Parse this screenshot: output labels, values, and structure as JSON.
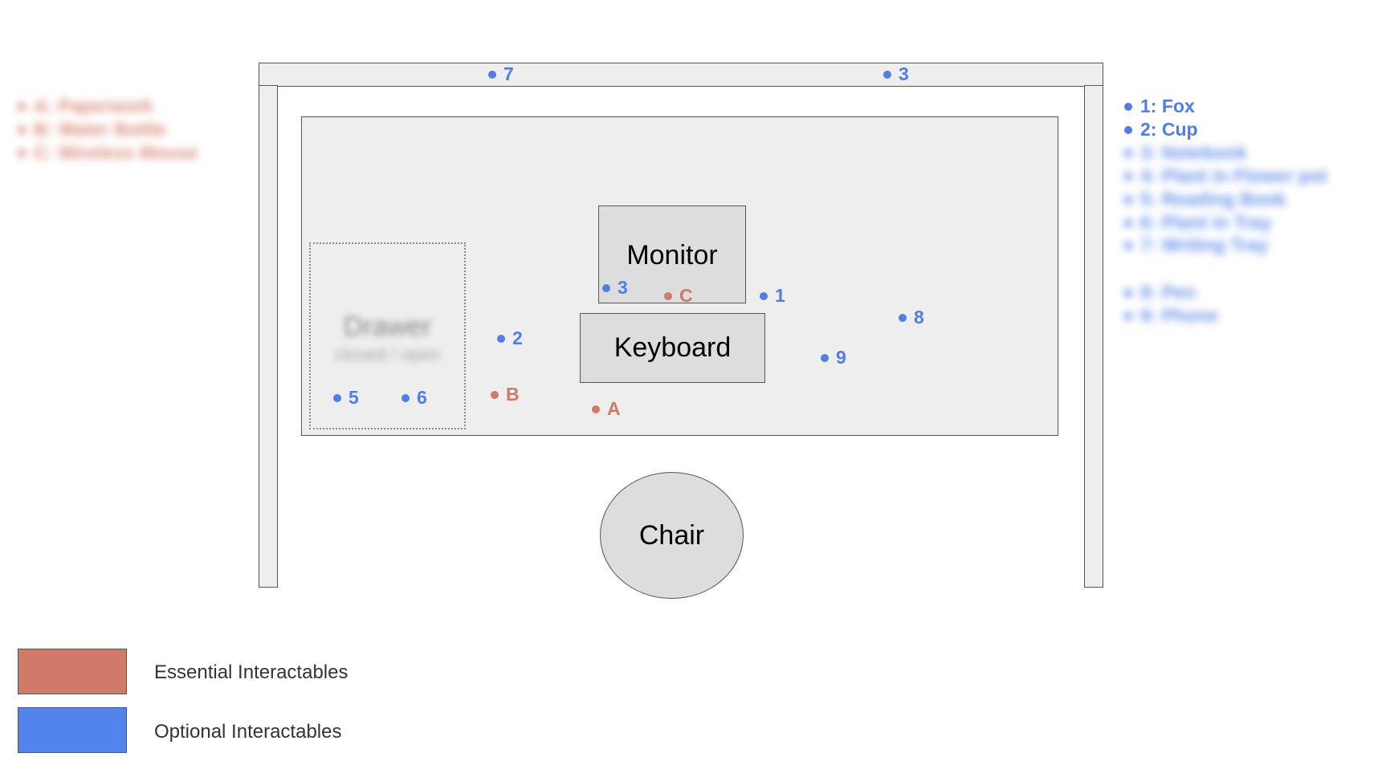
{
  "furniture": {
    "drawer_label": "Drawer",
    "drawer_sub": "closed / open",
    "monitor": "Monitor",
    "keyboard": "Keyboard",
    "chair": "Chair"
  },
  "markers": {
    "top_7": "7",
    "top_3": "3",
    "monitor_3": "3",
    "c": "C",
    "m1": "1",
    "m2": "2",
    "m8": "8",
    "m9": "9",
    "b": "B",
    "a": "A",
    "m5": "5",
    "m6": "6"
  },
  "optional_list": [
    "1: Fox",
    "2: Cup",
    "3: Notebook",
    "4: Plant in Flower pot",
    "5: Reading Book",
    "6: Plant in Tray",
    "7: Writing Tray",
    "8: Pen",
    "9: Phone"
  ],
  "essential_list": [
    "A: Paperwork",
    "B: Water Bottle",
    "C: Wireless Mouse"
  ],
  "legend": {
    "essential": "Essential Interactables",
    "optional": "Optional Interactables"
  },
  "colors": {
    "essential": "#d17a68",
    "optional": "#4f7ee6",
    "furniture": "#dddddd",
    "desk": "#eeeeee"
  }
}
